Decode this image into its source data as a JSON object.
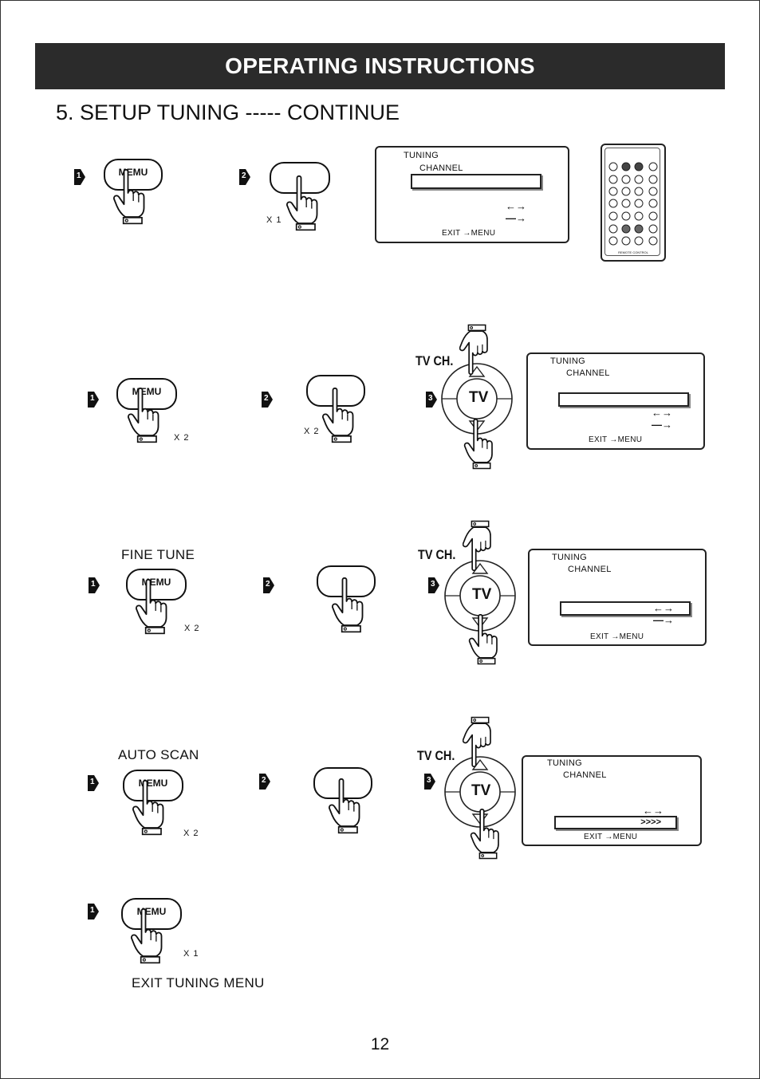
{
  "header": {
    "title": "OPERATING INSTRUCTIONS"
  },
  "section": {
    "title": "5. SETUP TUNING ----- CONTINUE"
  },
  "steps": {
    "s1": "1",
    "s2": "2",
    "s3": "3"
  },
  "buttons": {
    "menu": "MEMU"
  },
  "multipliers": {
    "x1": "X 1",
    "x2": "X 2"
  },
  "labels": {
    "fine_tune": "FINE  TUNE",
    "auto_scan": "AUTO SCAN",
    "exit_tuning_menu": "EXIT TUNING MENU",
    "tv_ch": "TV CH.",
    "tv": "TV"
  },
  "screen": {
    "line1": "TUNING",
    "line2": "CHANNEL",
    "exit": "EXIT",
    "menu": "MENU",
    "arrow_lr": "←→",
    "arrow_r": "—→",
    "scan_progress": ">>>>"
  },
  "remote": {
    "caption": "REMOTE CONTROL"
  },
  "page": {
    "number": "12"
  }
}
